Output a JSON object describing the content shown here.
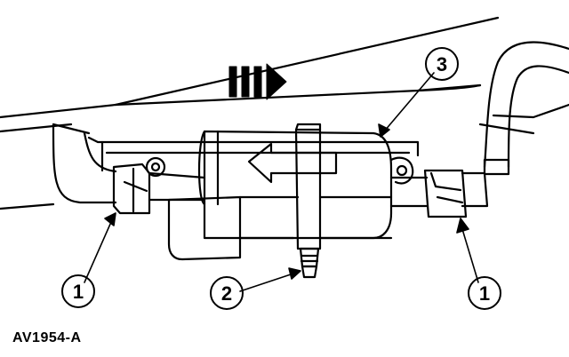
{
  "diagram": {
    "callouts": {
      "left_connector": "1",
      "drain_fitting": "2",
      "fuel_filter": "3",
      "right_connector": "1"
    },
    "figure_id": "AV1954-A"
  }
}
